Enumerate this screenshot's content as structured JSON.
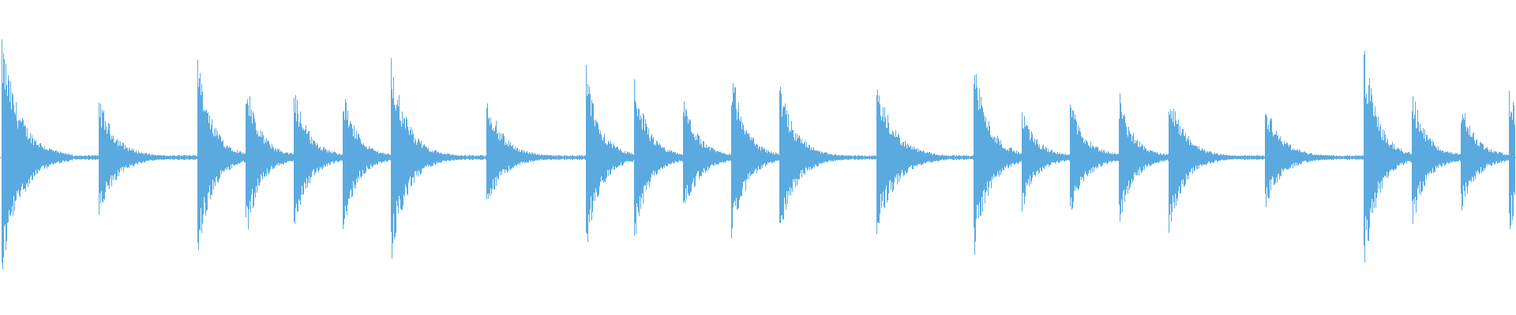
{
  "waveform": {
    "color": "#5aaae0",
    "background": "#ffffff",
    "baseline_amplitude": 0.015,
    "onsets": [
      {
        "time": 0.0,
        "peak": 1.0,
        "neg_peak": 1.0,
        "decay": 0.55
      },
      {
        "time": 0.064,
        "peak": 0.5,
        "neg_peak": 0.52,
        "decay": 0.45
      },
      {
        "time": 0.129,
        "peak": 0.84,
        "neg_peak": 0.86,
        "decay": 0.4
      },
      {
        "time": 0.161,
        "peak": 0.7,
        "neg_peak": 0.72,
        "decay": 0.35
      },
      {
        "time": 0.193,
        "peak": 0.57,
        "neg_peak": 0.6,
        "decay": 0.4
      },
      {
        "time": 0.225,
        "peak": 0.62,
        "neg_peak": 0.64,
        "decay": 0.35
      },
      {
        "time": 0.257,
        "peak": 0.87,
        "neg_peak": 0.89,
        "decay": 0.45
      },
      {
        "time": 0.32,
        "peak": 0.53,
        "neg_peak": 0.42,
        "decay": 0.45
      },
      {
        "time": 0.386,
        "peak": 0.78,
        "neg_peak": 0.8,
        "decay": 0.35
      },
      {
        "time": 0.418,
        "peak": 0.68,
        "neg_peak": 0.7,
        "decay": 0.35
      },
      {
        "time": 0.45,
        "peak": 0.5,
        "neg_peak": 0.52,
        "decay": 0.4
      },
      {
        "time": 0.482,
        "peak": 0.78,
        "neg_peak": 0.8,
        "decay": 0.35
      },
      {
        "time": 0.514,
        "peak": 0.62,
        "neg_peak": 0.66,
        "decay": 0.45
      },
      {
        "time": 0.578,
        "peak": 0.62,
        "neg_peak": 0.66,
        "decay": 0.55
      },
      {
        "time": 0.642,
        "peak": 0.89,
        "neg_peak": 0.9,
        "decay": 0.4
      },
      {
        "time": 0.674,
        "peak": 0.41,
        "neg_peak": 0.45,
        "decay": 0.35
      },
      {
        "time": 0.706,
        "peak": 0.5,
        "neg_peak": 0.52,
        "decay": 0.4
      },
      {
        "time": 0.738,
        "peak": 0.57,
        "neg_peak": 0.6,
        "decay": 0.35
      },
      {
        "time": 0.771,
        "peak": 0.65,
        "neg_peak": 0.66,
        "decay": 0.4
      },
      {
        "time": 0.835,
        "peak": 0.45,
        "neg_peak": 0.4,
        "decay": 0.45
      },
      {
        "time": 0.9,
        "peak": 1.0,
        "neg_peak": 1.0,
        "decay": 0.35
      },
      {
        "time": 0.932,
        "peak": 0.57,
        "neg_peak": 0.6,
        "decay": 0.35
      },
      {
        "time": 0.964,
        "peak": 0.47,
        "neg_peak": 0.46,
        "decay": 0.4
      },
      {
        "time": 0.996,
        "peak": 0.64,
        "neg_peak": 0.68,
        "decay": 0.3
      }
    ]
  }
}
